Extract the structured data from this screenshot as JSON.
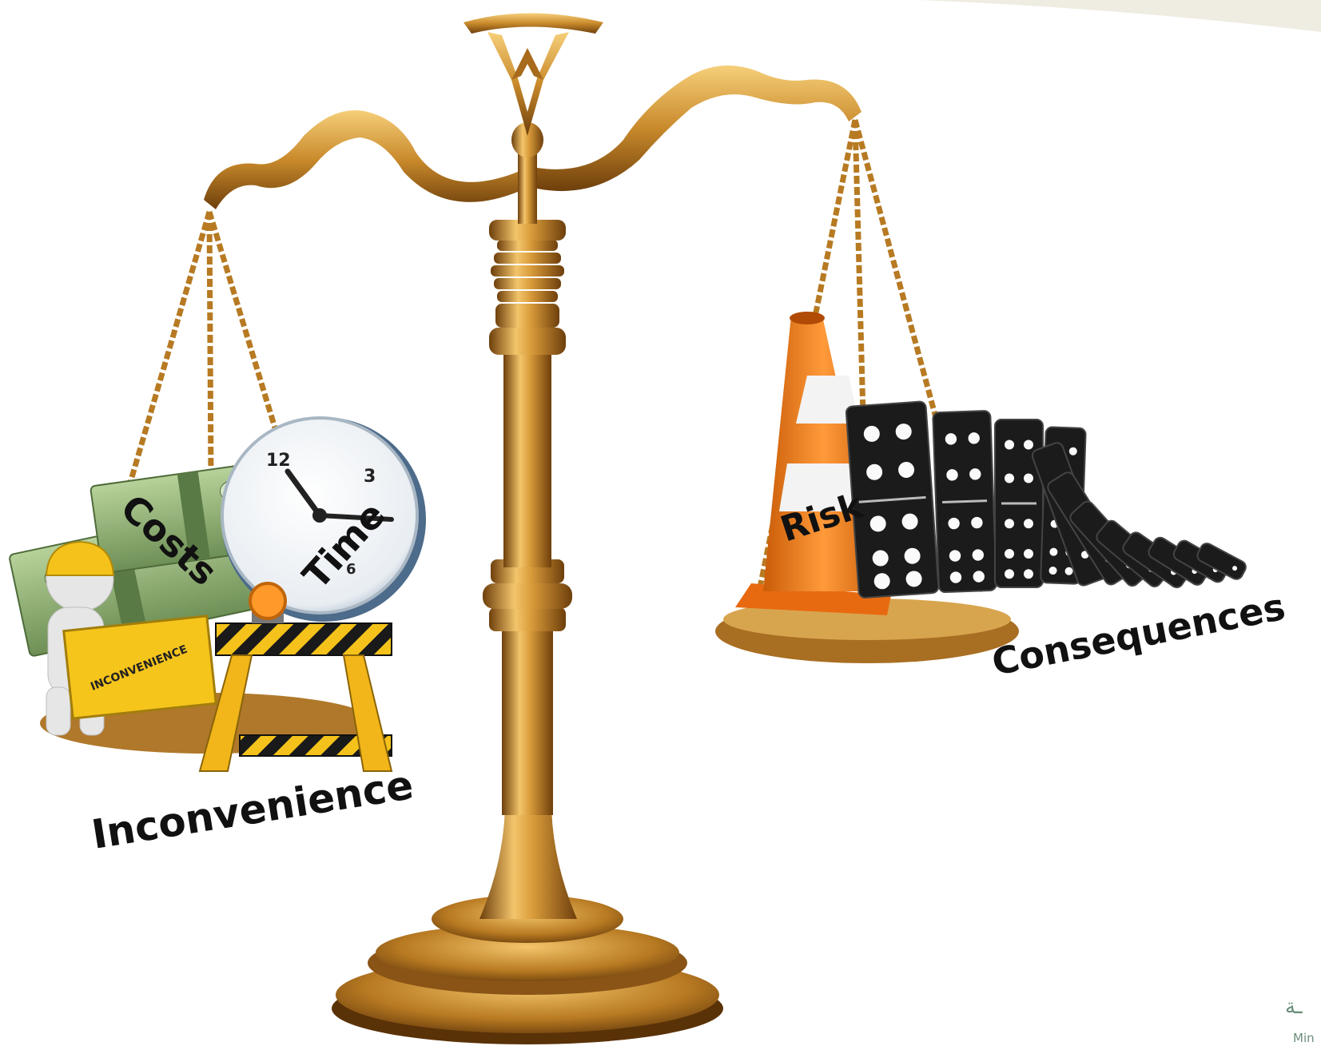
{
  "labels": {
    "costs": "Costs",
    "time": "Time",
    "inconvenience": "Inconvenience",
    "risk": "Risk",
    "consequences": "Consequences",
    "sign_text": "INCONVENIENCE"
  },
  "clock": {
    "twelve": "12",
    "three": "3",
    "six": "6"
  },
  "logo": {
    "arabic_fragment": "ـة",
    "english_fragment": "Min"
  },
  "colors": {
    "gold": "#c98a2b",
    "gold_light": "#f0c169",
    "gold_dark": "#7a4a12",
    "cone_orange": "#f07d1a",
    "domino_black": "#1a1a1a",
    "money_green": "#8fb27a",
    "barrier_yellow": "#f4c21a",
    "bg_corner": "#efece2"
  }
}
